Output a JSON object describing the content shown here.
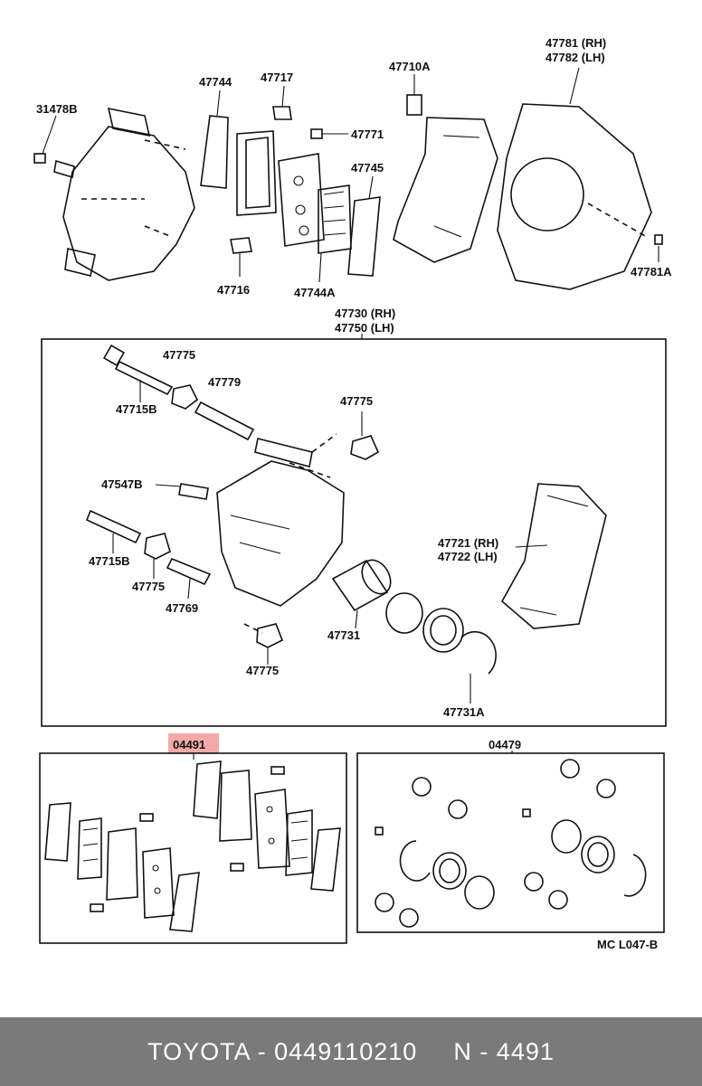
{
  "labels": {
    "p31478B": "31478B",
    "p47744": "47744",
    "p47717": "47717",
    "p47710A": "47710A",
    "p47781": "47781 (RH)",
    "p47782": "47782 (LH)",
    "p47771": "47771",
    "p47745": "47745",
    "p47716": "47716",
    "p47744A": "47744A",
    "p47781A": "47781A",
    "p47730": "47730 (RH)",
    "p47750": "47750 (LH)",
    "p47775a": "47775",
    "p47779": "47779",
    "p47715Ba": "47715B",
    "p47775b": "47775",
    "p47547B": "47547B",
    "p47721": "47721 (RH)",
    "p47722": "47722 (LH)",
    "p47715Bb": "47715B",
    "p47775c": "47775",
    "p47769": "47769",
    "p47731": "47731",
    "p47775d": "47775",
    "p47731A": "47731A",
    "p04491": "04491",
    "p04479": "04479",
    "code": "MC L047-B"
  },
  "highlight_color": "#f4a9a9",
  "footer": {
    "brand_part": "TOYOTA - 0449110210",
    "ref": "N - 4491"
  }
}
